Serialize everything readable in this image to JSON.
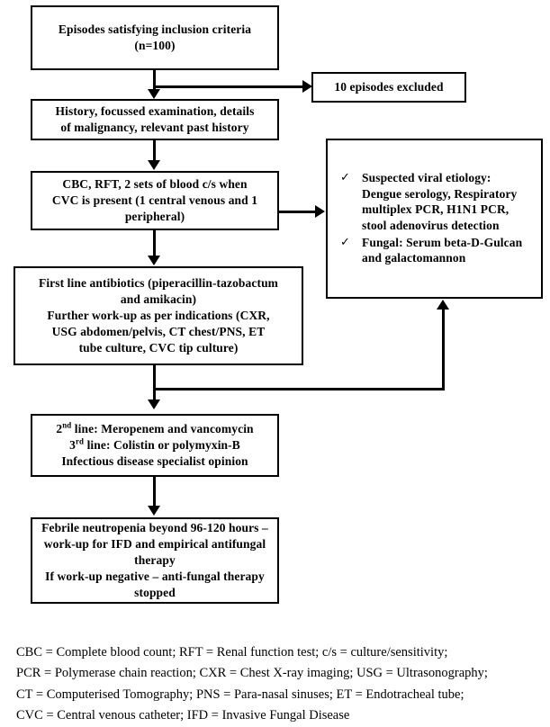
{
  "figure": {
    "type": "flowchart",
    "title": "Study flow of episodes satisfying inclusion criteria"
  },
  "nodes": {
    "inclusion": {
      "line1": "Episodes satisfying inclusion criteria",
      "line2": "(n=100)"
    },
    "excluded": {
      "label": "10 episodes excluded"
    },
    "history": {
      "line1": "History, focussed examination, details",
      "line2": "of malignancy, relevant past history"
    },
    "cbc": {
      "line1": "CBC, RFT, 2 sets of blood c/s when",
      "line2": "CVC is present (1 central venous and 1",
      "line3": "peripheral)"
    },
    "tests": {
      "items": [
        "Suspected viral etiology: Dengue serology, Respiratory multiplex PCR, H1N1 PCR, stool adenovirus detection",
        "Fungal: Serum beta-D-Gulcan and galactomannon"
      ],
      "bullet_icon": "check-mark"
    },
    "antibiotics": {
      "line1": "First line antibiotics (piperacillin-tazobactum",
      "line2": "and amikacin)",
      "line3": "Further work-up as per indications (CXR,",
      "line4": "USG abdomen/pelvis, CT chest/PNS, ET",
      "line5": "tube culture, CVC tip culture)"
    },
    "lines": {
      "line1_prefix": "2",
      "line1_sup": "nd",
      "line1_rest": " line: Meropenem and vancomycin",
      "line2_prefix": "3",
      "line2_sup": "rd",
      "line2_rest": " line: Colistin or polymyxin-B",
      "line3": "Infectious disease specialist opinion"
    },
    "febrile": {
      "line1": "Febrile neutropenia beyond 96-120 hours –",
      "line2": "work-up for IFD and empirical antifungal",
      "line3": "therapy",
      "line4": "If work-up negative – anti-fungal therapy",
      "line5": "stopped"
    }
  },
  "legend": {
    "lines": [
      "CBC = Complete blood count; RFT = Renal function test; c/s = culture/sensitivity;",
      "PCR = Polymerase chain reaction; CXR = Chest X-ray imaging; USG = Ultrasonography;",
      "CT = Computerised Tomography; PNS = Para-nasal sinuses; ET = Endotracheal tube;",
      "CVC = Central venous catheter; IFD = Invasive Fungal Disease"
    ]
  },
  "colors": {
    "stroke": "#000000",
    "fill": "#ffffff",
    "text": "#000000"
  }
}
